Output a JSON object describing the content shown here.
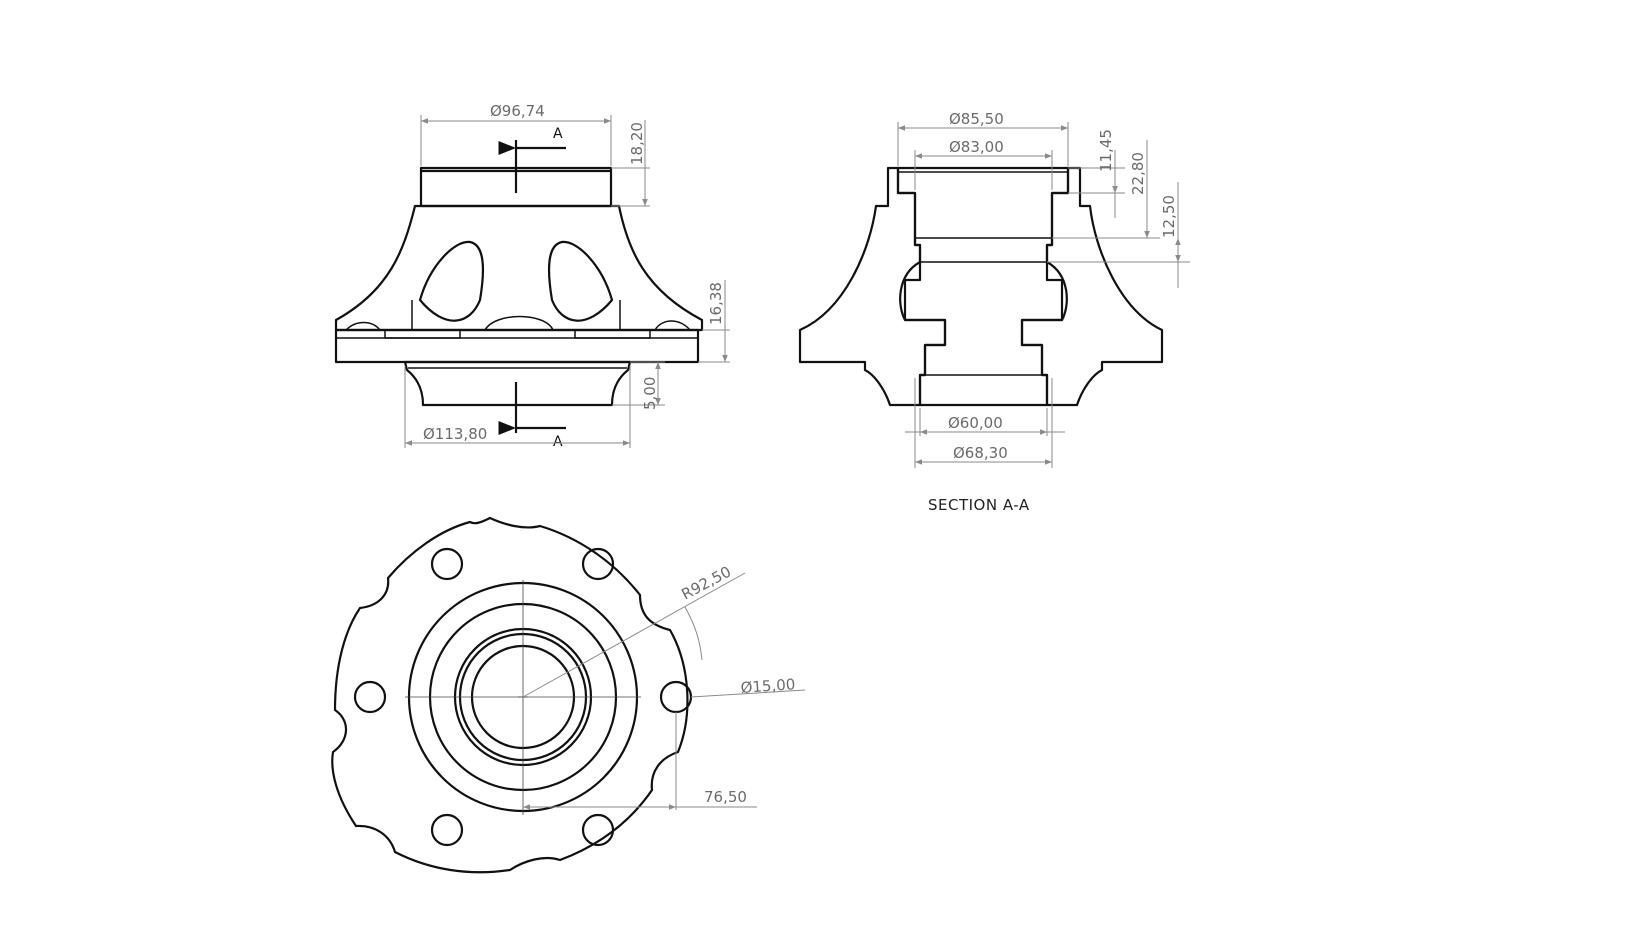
{
  "front_view": {
    "dims": {
      "top_diameter": "Ø96,74",
      "bottom_diameter": "Ø113,80",
      "top_height": "18,20",
      "flange_height": "16,38",
      "bottom_height": "5,00"
    },
    "cut_label_top": "A",
    "cut_label_bottom": "A"
  },
  "section_view": {
    "dims": {
      "outer_bore_diameter": "Ø85,50",
      "inner_bore_diameter": "Ø83,00",
      "depth_1": "11,45",
      "depth_2": "22,80",
      "depth_3": "12,50",
      "lower_bore_diameter": "Ø60,00",
      "lower_counterbore_diameter": "Ø68,30"
    },
    "caption": "SECTION A-A"
  },
  "top_view": {
    "dims": {
      "radius": "R92,50",
      "hole_diameter": "Ø15,00",
      "hole_offset": "76,50"
    }
  },
  "colors": {
    "line": "#111111",
    "dimension": "#8a8a8a",
    "hatch": "#333333"
  }
}
